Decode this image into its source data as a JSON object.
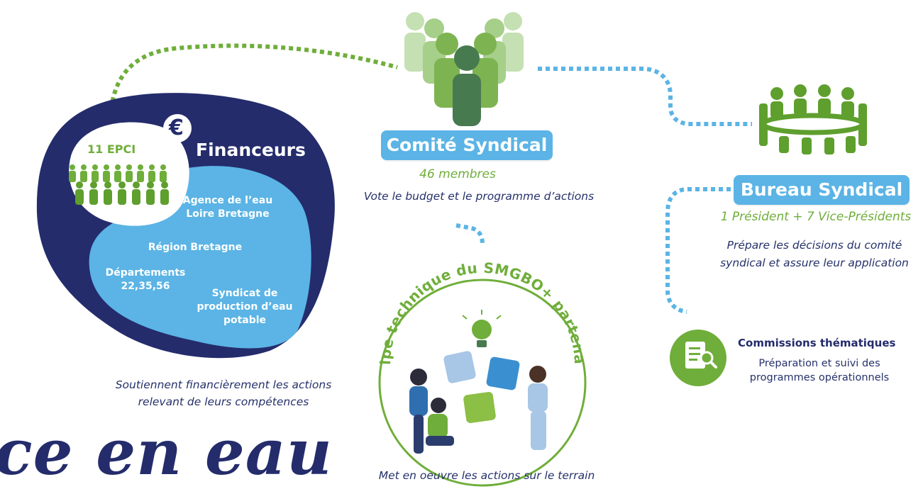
{
  "colors": {
    "navy": "#242c6c",
    "light_blue": "#5bb4e5",
    "green": "#6fae3a",
    "dark_green": "#487a50",
    "light_green": "#a6cf8a",
    "text_navy": "#26316b"
  },
  "financeurs": {
    "title": "Financeurs",
    "euro_symbol": "€",
    "epci_label": "11 EPCI",
    "members": [
      "Agence de l’eau Loire Bretagne",
      "Région Bretagne",
      "Départements 22,35,56",
      "Syndicat de production d’eau potable"
    ],
    "member_lines": {
      "agence_1": "Agence de l’eau",
      "agence_2": "Loire Bretagne",
      "region": "Région Bretagne",
      "departements_1": "Départements",
      "departements_2": "22,35,56",
      "syndicat_1": "Syndicat de",
      "syndicat_2": "production d’eau",
      "syndicat_3": "potable"
    },
    "caption_1": "Soutiennent financièrement les actions",
    "caption_2": "relevant de leurs compétences"
  },
  "comite": {
    "title": "Comité Syndical",
    "count": "46 membres",
    "description": "Vote le budget et le programme d’actions"
  },
  "bureau": {
    "title": "Bureau Syndical",
    "composition": "1 Président + 7 Vice-Présidents",
    "description_1": "Prépare les décisions du comité",
    "description_2": "syndical et assure leur application"
  },
  "commissions": {
    "title": "Commissions thématiques",
    "description_1": "Préparation et suivi des",
    "description_2": "programmes opérationnels"
  },
  "equipe": {
    "arc_text": "Équipe technique du SMGBO+ partenaires",
    "description": "Met en oeuvre les actions sur le terrain"
  },
  "slogan": "ce en eau",
  "icons": [
    "euro-icon",
    "people-crowd-icon",
    "group-of-people-icon",
    "meeting-table-icon",
    "document-magnifier-icon",
    "puzzle-team-illustration",
    "lightbulb-puzzle-icon"
  ]
}
